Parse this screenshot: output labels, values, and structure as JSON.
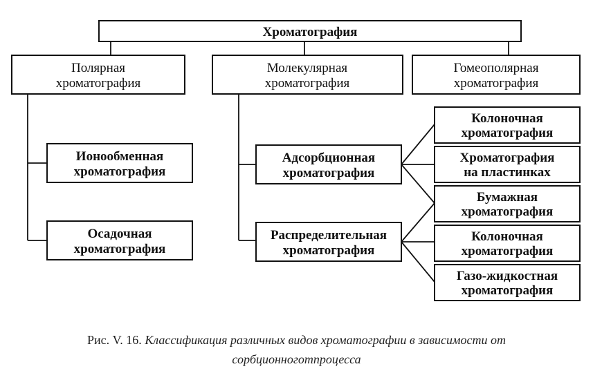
{
  "diagram": {
    "root": "Хроматография",
    "polar": [
      "Полярная",
      "хроматография"
    ],
    "molecular": [
      "Молекулярная",
      "хроматография"
    ],
    "homeopolar": [
      "Гомеополярная",
      "хроматография"
    ],
    "ion_exchange": [
      "Ионообменная",
      "хроматография"
    ],
    "sediment": [
      "Осадочная",
      "хроматография"
    ],
    "adsorption": [
      "Адсорбционная",
      "хроматография"
    ],
    "distribution": [
      "Распределительная",
      "хроматография"
    ],
    "column1": [
      "Колоночная",
      "хроматография"
    ],
    "plates": [
      "Хроматография",
      "на пластинках"
    ],
    "paper": [
      "Бумажная",
      "хроматография"
    ],
    "column2": [
      "Колоночная",
      "хроматография"
    ],
    "gas_liquid": [
      "Газо-жидкостная",
      "хроматография"
    ]
  },
  "caption": {
    "prefix": "Рис. V. 16.",
    "text_line1": "Классификация различных видов хроматографии в зависимости от",
    "text_line2": "сорбционноготпроцесса"
  }
}
